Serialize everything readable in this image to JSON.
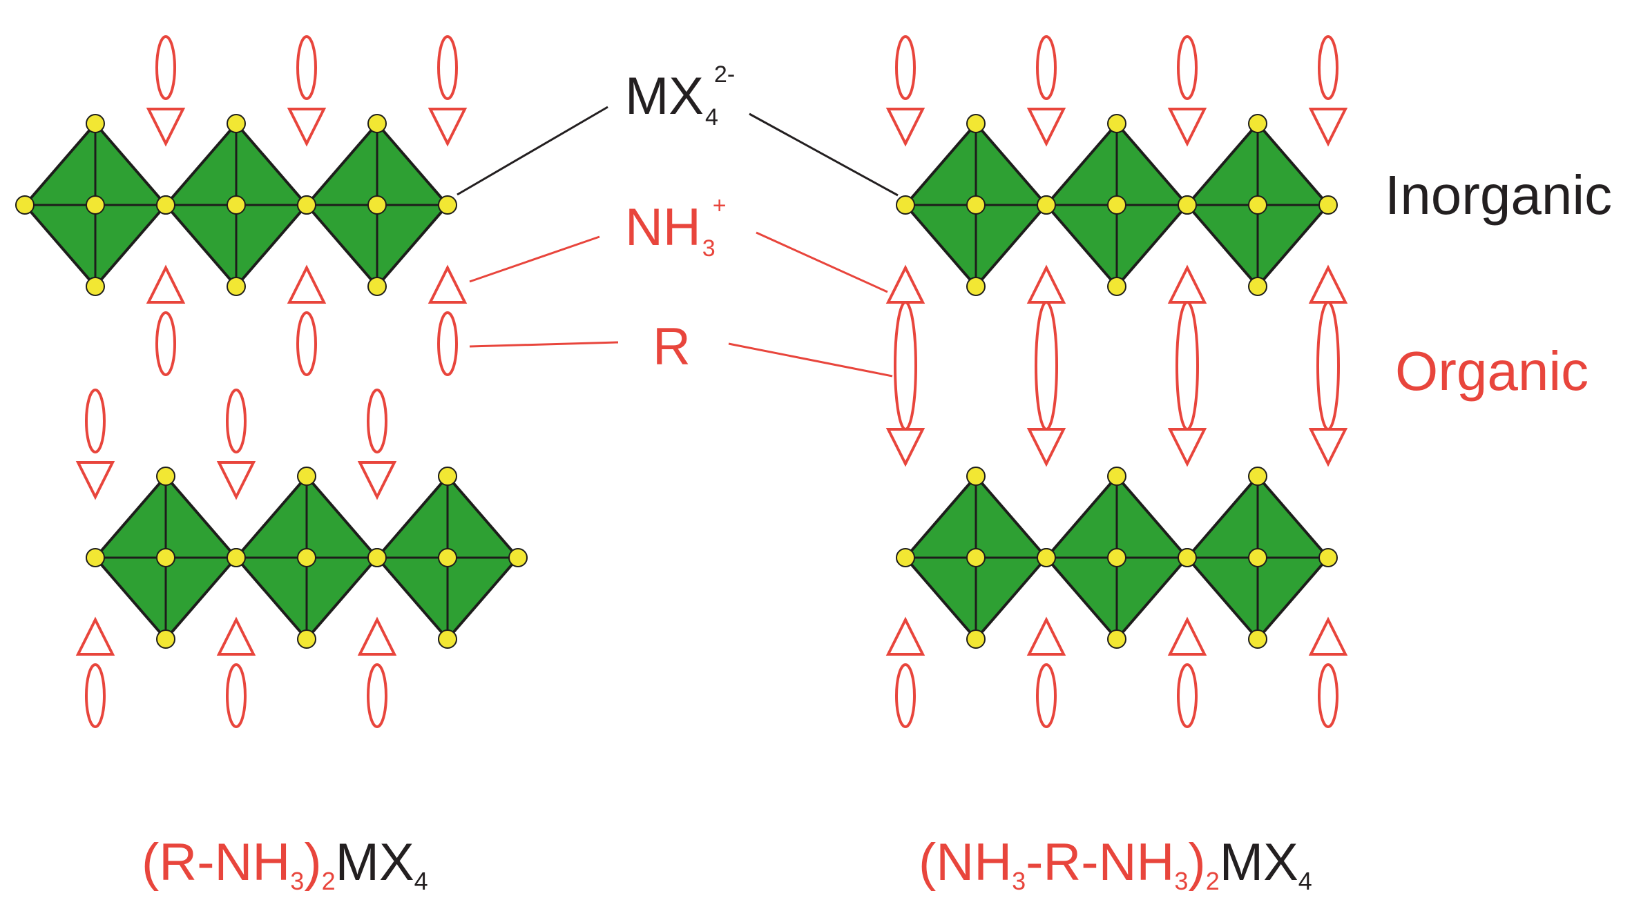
{
  "labels": {
    "mx4_base": "MX",
    "mx4_sub": "4",
    "mx4_sup": "2-",
    "nh3_base": "NH",
    "nh3_sub": "3",
    "nh3_sup": "+",
    "r": "R",
    "inorganic": "Inorganic",
    "organic": "Organic"
  },
  "formulas": {
    "left": {
      "open": "(R-NH",
      "sub1": "3",
      "close": ")",
      "sub2": "2",
      "mx": "MX",
      "sub3": "4"
    },
    "right": {
      "open": "(NH",
      "sub1": "3",
      "mid": "-R-NH",
      "sub2": "3",
      "close": ")",
      "sub3": "2",
      "mx": "MX",
      "sub4": "4"
    }
  },
  "colors": {
    "organic_red": "#e8453c",
    "octahedron_green": "#2ea033",
    "atom_yellow": "#f2e733",
    "text_dark": "#231f20"
  }
}
